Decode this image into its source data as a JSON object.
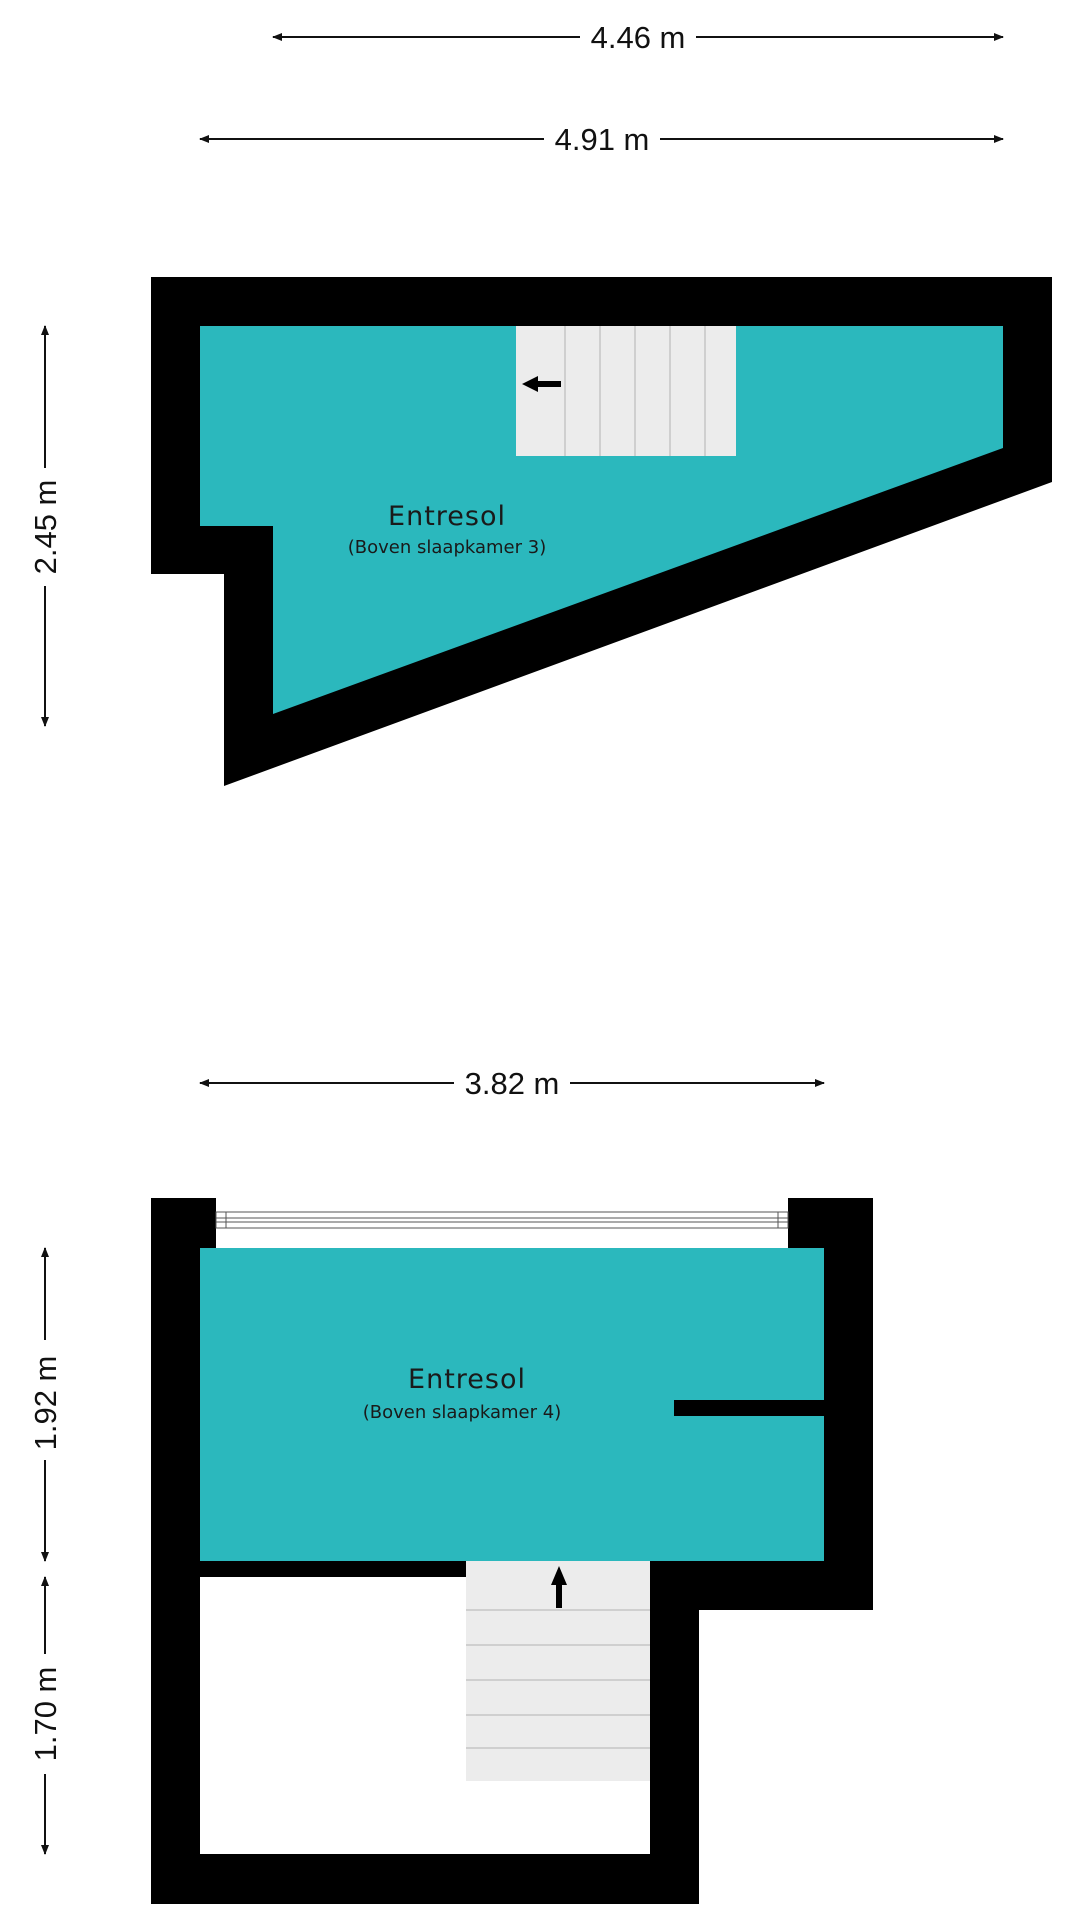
{
  "colors": {
    "floor": "#2bb8bd",
    "wall": "#000000",
    "stair": "#ececec",
    "stair_line": "#cfcfcf",
    "dimension": "#111111",
    "background": "#ffffff"
  },
  "plan_upper": {
    "room": {
      "name": "Entresol",
      "subtitle": "(Boven slaapkamer 3)"
    },
    "dimensions": {
      "top_width": "4.46 m",
      "full_width": "4.91 m",
      "height": "2.45 m"
    },
    "stair_arrow_direction": "left"
  },
  "plan_lower": {
    "room": {
      "name": "Entresol",
      "subtitle": "(Boven slaapkamer 4)"
    },
    "dimensions": {
      "width": "3.82 m",
      "height_room": "1.92 m",
      "height_stair": "1.70 m"
    },
    "stair_arrow_direction": "up"
  }
}
